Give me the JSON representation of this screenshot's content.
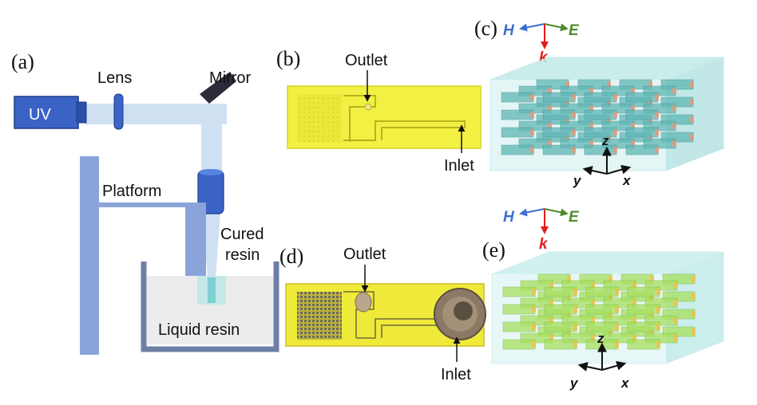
{
  "panel_labels": {
    "a": "(a)",
    "b": "(b)",
    "c": "(c)",
    "d": "(d)",
    "e": "(e)"
  },
  "setup": {
    "uv_label": "UV",
    "lens_label": "Lens",
    "mirror_label": "Mirror",
    "platform_label": "Platform",
    "cured_resin_line1": "Cured",
    "cured_resin_line2": "resin",
    "liquid_resin_label": "Liquid resin"
  },
  "device_b": {
    "outlet_label": "Outlet",
    "inlet_label": "Inlet"
  },
  "device_d": {
    "outlet_label": "Outlet",
    "inlet_label": "Inlet"
  },
  "wave_axes": {
    "h": "H",
    "e": "E",
    "k": "k"
  },
  "coord_axes": {
    "z": "z",
    "y": "y",
    "x": "x"
  },
  "colors": {
    "uv_blue": "#3a63c5",
    "light_beam": "#cfe0f3",
    "platform_blue": "#8aa4da",
    "resin_yellow": "#f1f043",
    "h_blue": "#3b6fd0",
    "e_green": "#4f8a2b",
    "k_red": "#e01e1e",
    "cube_teal": "#8fd8d4",
    "green_bars": "#a8e060"
  }
}
